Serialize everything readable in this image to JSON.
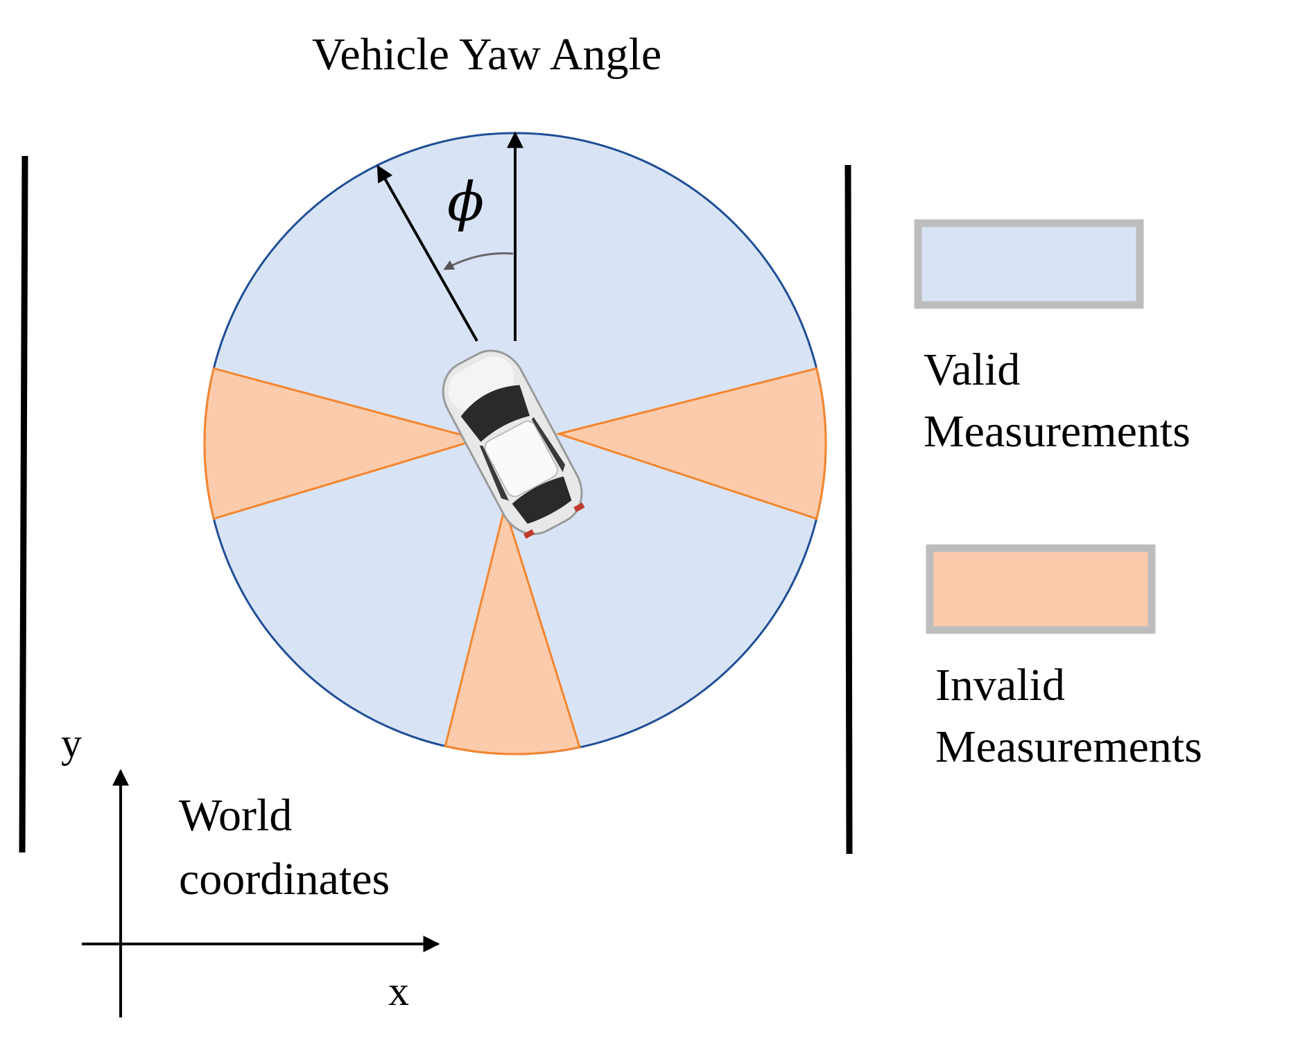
{
  "title": "Vehicle Yaw Angle",
  "angle_symbol": "ϕ",
  "legend": {
    "valid": {
      "line1": "Valid",
      "line2": "Measurements"
    },
    "invalid": {
      "line1": "Invalid",
      "line2": "Measurements"
    }
  },
  "world": {
    "line1": "World",
    "line2": "coordinates",
    "x_label": "x",
    "y_label": "y"
  },
  "colors": {
    "valid_fill": "#d8e4f5",
    "valid_stroke": "#1f4e96",
    "invalid_fill": "#fccbab",
    "invalid_stroke": "#f5852e",
    "legend_border": "#bdbdbd",
    "car_body": "#e8e8e8"
  }
}
